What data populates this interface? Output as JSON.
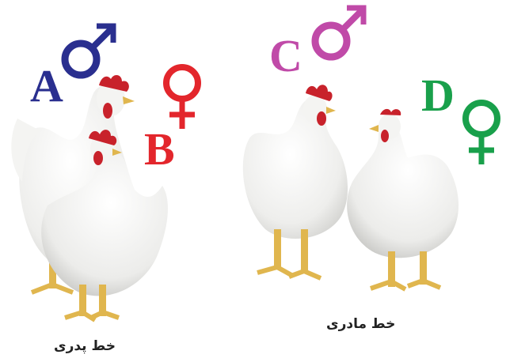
{
  "labels": {
    "a": {
      "text": "A",
      "symbol": "male",
      "color": "#2a2f8f"
    },
    "b": {
      "text": "B",
      "symbol": "female",
      "color": "#e3262c"
    },
    "c": {
      "text": "C",
      "symbol": "male",
      "color": "#c04aa8"
    },
    "d": {
      "text": "D",
      "symbol": "female",
      "color": "#19a04b"
    }
  },
  "captions": {
    "paternal_line": "خط پدری",
    "maternal_line": "خط مادری"
  },
  "icons": [
    "male-symbol-icon",
    "female-symbol-icon",
    "rooster-illustration",
    "hen-illustration"
  ],
  "colors": {
    "background": "#ffffff",
    "feather": "#f1f1ef",
    "comb": "#c8222b",
    "legs": "#e0b64e"
  }
}
